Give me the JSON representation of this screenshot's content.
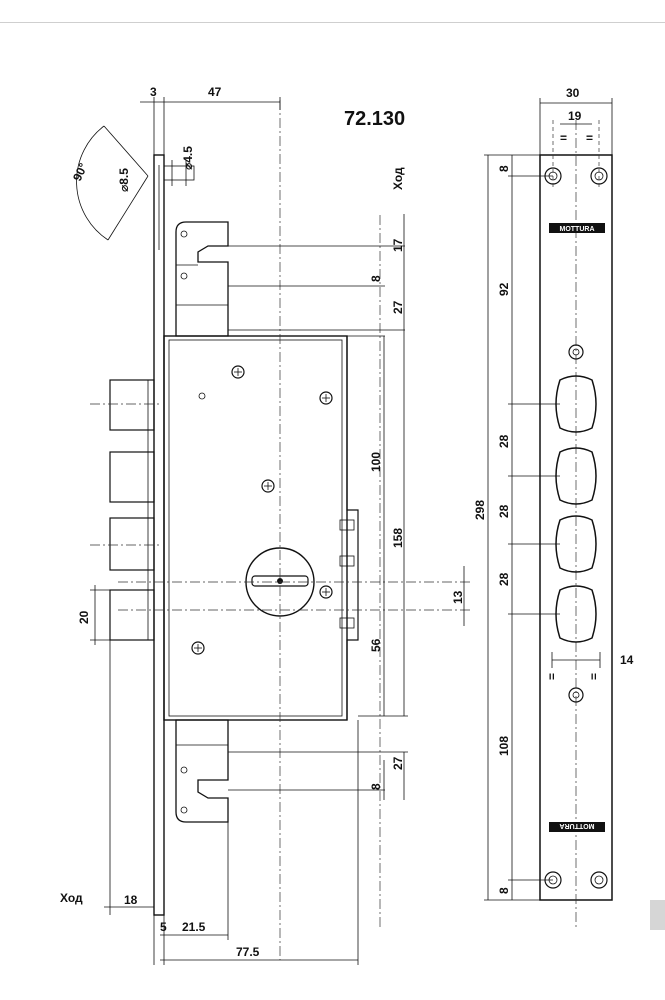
{
  "model": "72.130",
  "travel_label": "Ход",
  "brand": "MOTTURA",
  "angle": "90°",
  "dims": {
    "d3": "3",
    "d47": "47",
    "d45": "⌀4.5",
    "d85": "⌀8.5",
    "d17": "17",
    "d8a": "8",
    "d27a": "27",
    "d100": "100",
    "d158": "158",
    "d56": "56",
    "d27b": "27",
    "d8b": "8",
    "d20": "20",
    "d18": "18",
    "d5": "5",
    "d215": "21.5",
    "d775": "77.5",
    "d13": "13",
    "d30": "30",
    "d19": "19",
    "f8a": "8",
    "f92": "92",
    "f28a": "28",
    "f28b": "28",
    "f28c": "28",
    "f298": "298",
    "f108": "108",
    "f8b": "8",
    "f14": "14",
    "eq": "="
  },
  "colors": {
    "line": "#111111",
    "background": "#ffffff"
  }
}
